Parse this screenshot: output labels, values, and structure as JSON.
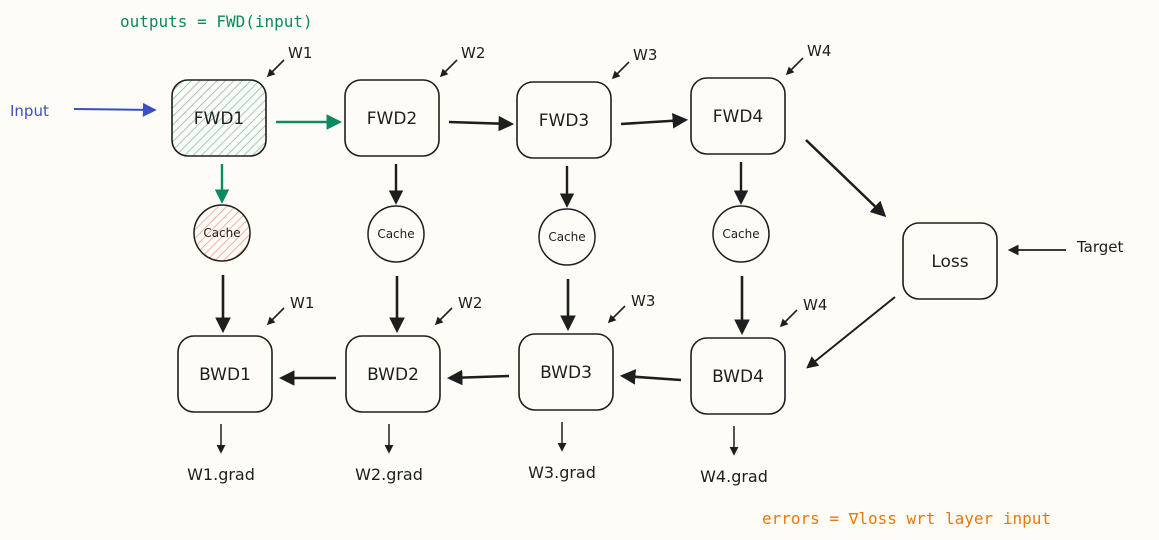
{
  "colors": {
    "background": "#fdfcf6",
    "stroke": "#1e1e1e",
    "forward_accent": "#0c8a5f",
    "input_accent": "#3b4fc4",
    "cache_highlight": "#e8584f",
    "errors_note": "#e8780c"
  },
  "annotations": {
    "forward_formula": "outputs = FWD(input)",
    "errors_formula": "errors = ∇loss wrt layer input",
    "input_label": "Input",
    "target_label": "Target"
  },
  "forward_nodes": [
    {
      "label": "FWD1",
      "weight": "W1",
      "highlighted": true
    },
    {
      "label": "FWD2",
      "weight": "W2",
      "highlighted": false
    },
    {
      "label": "FWD3",
      "weight": "W3",
      "highlighted": false
    },
    {
      "label": "FWD4",
      "weight": "W4",
      "highlighted": false
    }
  ],
  "cache_nodes": [
    {
      "label": "Cache",
      "highlighted": true
    },
    {
      "label": "Cache",
      "highlighted": false
    },
    {
      "label": "Cache",
      "highlighted": false
    },
    {
      "label": "Cache",
      "highlighted": false
    }
  ],
  "backward_nodes": [
    {
      "label": "BWD1",
      "weight": "W1",
      "grad": "W1.grad"
    },
    {
      "label": "BWD2",
      "weight": "W2",
      "grad": "W2.grad"
    },
    {
      "label": "BWD3",
      "weight": "W3",
      "grad": "W3.grad"
    },
    {
      "label": "BWD4",
      "weight": "W4",
      "grad": "W4.grad"
    }
  ],
  "loss_node": {
    "label": "Loss"
  }
}
